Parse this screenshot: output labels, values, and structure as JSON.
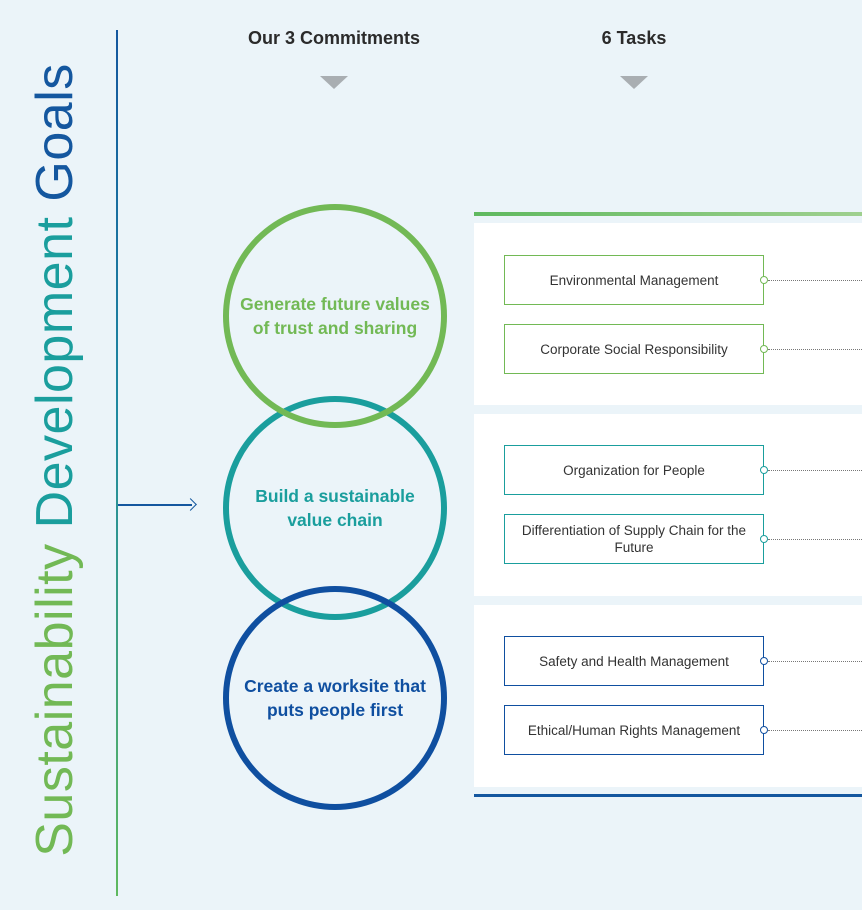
{
  "side_title": {
    "part1": "Sustainability",
    "part2": " Development",
    "part3": " Goals"
  },
  "headers": {
    "commitments": "Our 3 Commitments",
    "tasks": "6 Tasks"
  },
  "commitments": [
    {
      "label": "Generate future values of trust and sharing",
      "color": "#72b955"
    },
    {
      "label": "Build a sustainable value chain",
      "color": "#1a9e9d"
    },
    {
      "label": "Create a worksite that puts people first",
      "color": "#0f4fa0"
    }
  ],
  "tasks": [
    {
      "label": "Environmental Management",
      "color": "#72b955"
    },
    {
      "label": "Corporate Social Responsibility",
      "color": "#72b955"
    },
    {
      "label": "Organization for People",
      "color": "#1a9e9d"
    },
    {
      "label": "Differentiation of Supply Chain for the Future",
      "color": "#1a9e9d"
    },
    {
      "label": "Safety and Health Management",
      "color": "#0f4fa0"
    },
    {
      "label": "Ethical/Human Rights Management",
      "color": "#0f4fa0"
    }
  ],
  "colors": {
    "green": "#72b955",
    "teal": "#1a9e9d",
    "blue": "#0f4fa0",
    "gray": "#a9aeb2"
  }
}
